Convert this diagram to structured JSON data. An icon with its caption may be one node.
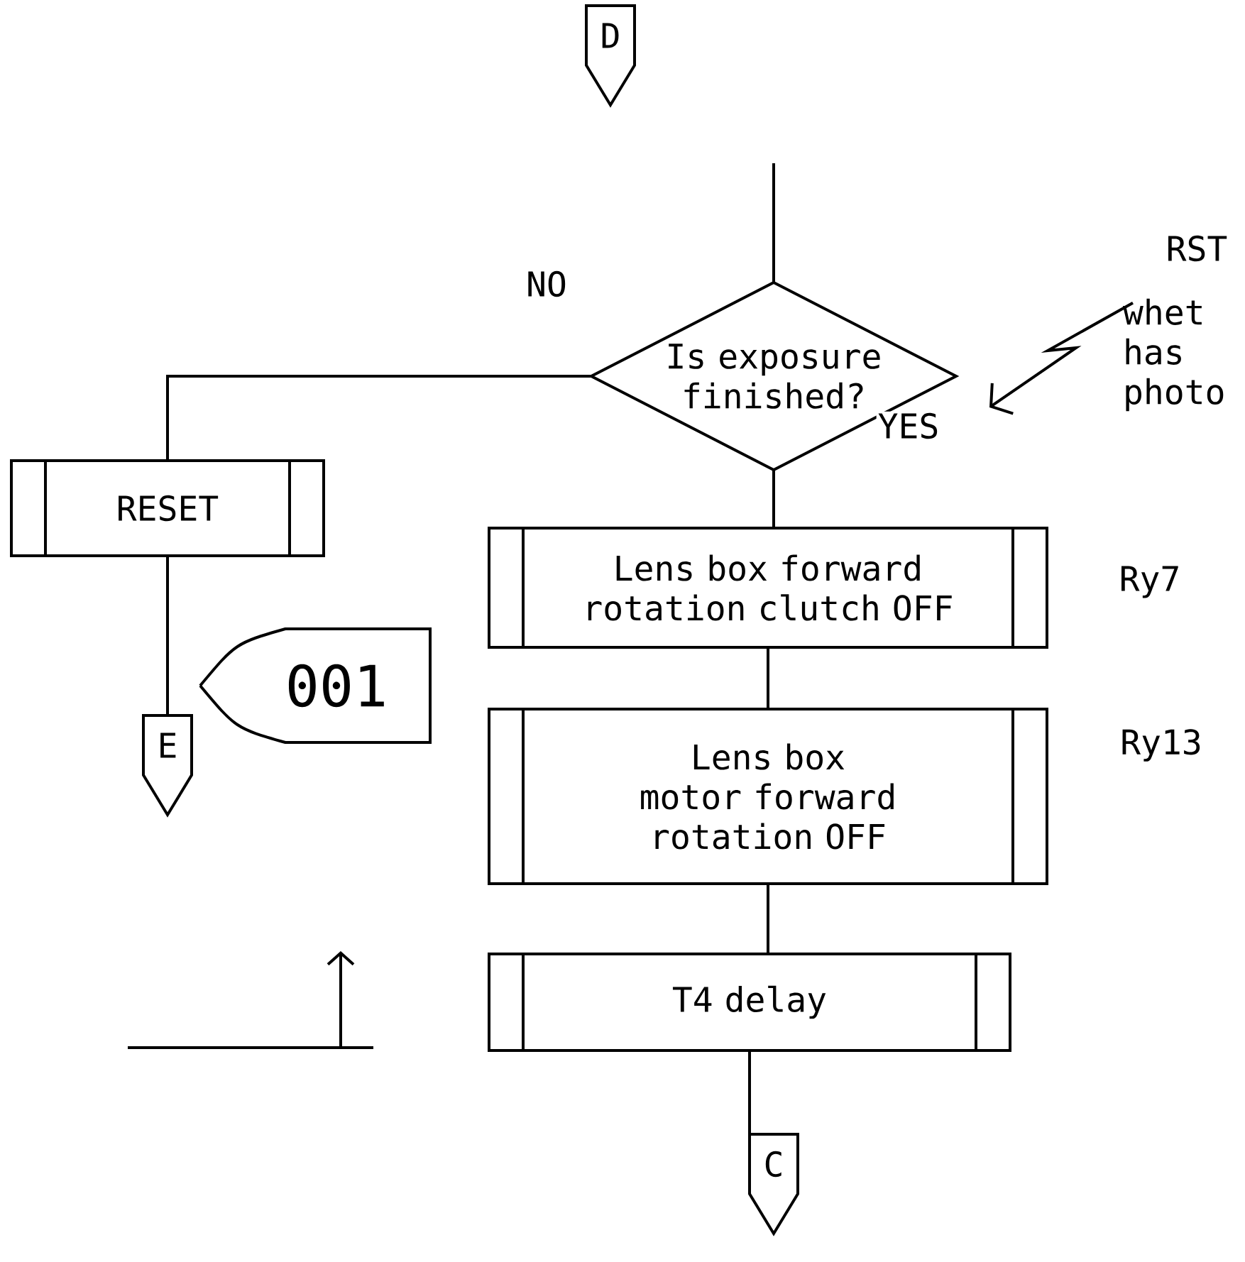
{
  "diagram": {
    "nodes": [
      {
        "text": [
          "D"
        ]
      },
      {
        "text": [
          "Is exposure finished?"
        ]
      },
      {
        "text": [
          "RESET"
        ]
      },
      {
        "text": [
          "Lens box forward rotation clutch OFF"
        ]
      },
      {
        "text": [
          "Lens box motor forward rotation OFF"
        ]
      },
      {
        "text": [
          "E"
        ]
      },
      {
        "text": [
          "001"
        ]
      },
      {
        "text": [
          "T4 delay"
        ]
      },
      {
        "text": [
          "C"
        ]
      },
      {
        "text": [
          "whet has photo"
        ]
      }
    ],
    "edges": [
      {
        "from": null,
        "to": 1,
        "arrow": "none"
      },
      {
        "from": 1,
        "to": 2,
        "arrow": "none",
        "label": "NO"
      },
      {
        "from": 1,
        "to": 3,
        "arrow": "none",
        "label": "YES"
      },
      {
        "from": 3,
        "to": 4,
        "arrow": "none"
      },
      {
        "from": 4,
        "to": 7,
        "arrow": "none"
      },
      {
        "from": 7,
        "to": 8,
        "arrow": "none"
      },
      {
        "from": 2,
        "to": 5,
        "arrow": "none"
      },
      {
        "from": 9,
        "to": 1,
        "arrow": "to"
      }
    ],
    "labels": [
      "RST",
      "Ry7",
      "Ry13"
    ]
  }
}
